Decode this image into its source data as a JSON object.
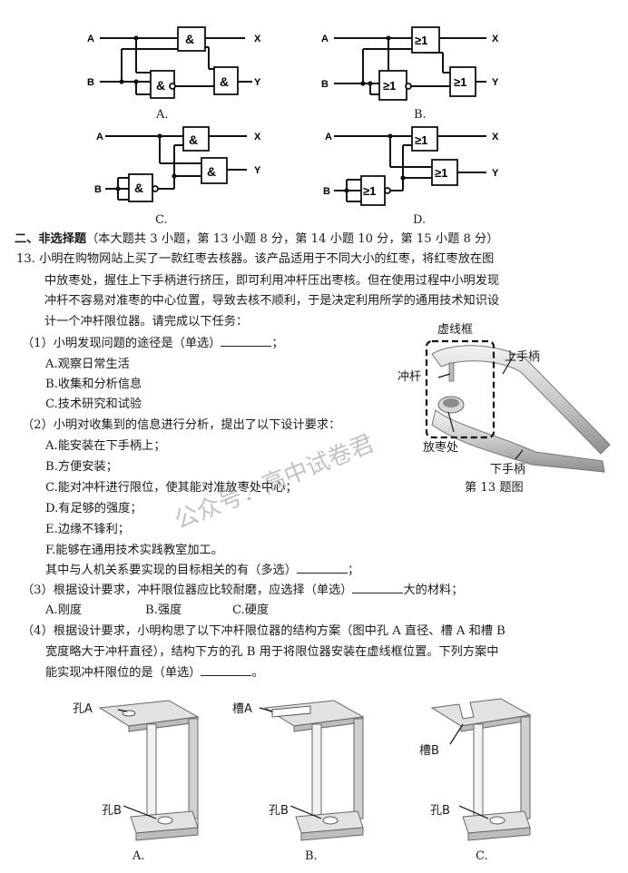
{
  "circuits": {
    "A": {
      "caption": "A.",
      "gate": "&",
      "inA": "A",
      "inB": "B",
      "outX": "X",
      "outY": "Y"
    },
    "B": {
      "caption": "B.",
      "gate": "≥1",
      "inA": "A",
      "inB": "B",
      "outX": "X",
      "outY": "Y"
    },
    "C": {
      "caption": "C.",
      "gate": "&",
      "inA": "A",
      "inB": "B",
      "outX": "X",
      "outY": "Y"
    },
    "D": {
      "caption": "D.",
      "gate": "≥1",
      "inA": "A",
      "inB": "B",
      "outX": "X",
      "outY": "Y"
    }
  },
  "section2": {
    "heading": "二、非选择题",
    "desc": "（本大题共 3 小题，第 13 小题 8 分，第 14 小题 10 分，第 15 小题 8 分）"
  },
  "q13": {
    "intro": [
      "13. 小明在购物网站上买了一款红枣去核器。该产品适用于不同大小的红枣，将红枣放在图",
      "中放枣处，握住上下手柄进行挤压，即可利用冲杆压出枣核。但在使用过程中小明发现",
      "冲杆不容易对准枣的中心位置，导致去核不顺利，于是决定利用所学的通用技术知识设",
      "计一个冲杆限位器。请完成以下任务："
    ],
    "p1": {
      "stem": "（1）小明发现问题的途径是（单选）",
      "end": "；",
      "options": [
        "A.观察日常生活",
        "B.收集和分析信息",
        "C.技术研究和试验"
      ]
    },
    "p2": {
      "stem": "（2）小明对收集到的信息进行分析，提出了以下设计要求：",
      "options": [
        "A.能安装在下手柄上；",
        "B.方便安装；",
        "C.能对冲杆进行限位，使其能对准放枣处中心；",
        "D.有足够的强度；",
        "E.边缘不锋利；",
        "F.能够在通用技术实践教室加工。"
      ],
      "tail": "其中与人机关系要实现的目标相关的有（多选）",
      "tail_end": "；"
    },
    "p3": {
      "stem": "（3）根据设计要求，冲杆限位器应比较耐磨，应选择（单选）",
      "after": "大的材料；",
      "options": [
        "A.刚度",
        "B.强度",
        "C.硬度"
      ]
    },
    "p4": {
      "lines": [
        "（4）根据设计要求，小明构思了以下冲杆限位器的结构方案（图中孔 A 直径、槽 A 和槽 B",
        "宽度略大于冲杆直径），结构下方的孔 B 用于将限位器安装在虚线框位置。下列方案中",
        "能实现冲杆限位的是（单选）"
      ],
      "end": "。"
    }
  },
  "figure13": {
    "dashed_box": "虚线框",
    "upper_handle": "上手柄",
    "punch_rod": "冲杆",
    "placement": "放枣处",
    "lower_handle": "下手柄",
    "caption": "第 13 题图"
  },
  "watermark": "公众号：高中试卷君",
  "options_fig": {
    "A": {
      "top_label": "孔A",
      "bottom_label": "孔B",
      "caption": "A."
    },
    "B": {
      "top_label": "槽A",
      "bottom_label": "孔B",
      "caption": "B."
    },
    "C": {
      "top_label": "槽B",
      "bottom_label": "孔B",
      "caption": "C."
    }
  }
}
